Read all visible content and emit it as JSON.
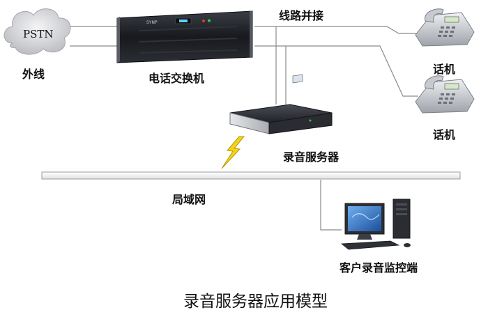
{
  "labels": {
    "pstn": "PSTN",
    "outside_line": "外线",
    "pbx": "电话交换机",
    "parallel_line": "线路并接",
    "phone_1": "话机",
    "phone_2": "话机",
    "recording_server": "录音服务器",
    "lan": "局域网",
    "client": "客户录音监控端",
    "pbx_brand": "SYNP"
  },
  "title": "录音服务器应用模型",
  "colors": {
    "line": "#8a8a8a",
    "lan_bar_fill": "#f2f3f5",
    "lan_bar_stroke": "#9a9ca2",
    "lightning": "#f2d21b",
    "pbx_body": "#1d1f24",
    "cloud": "#d2d3d6",
    "monitor_screen": "#2a6fc4"
  },
  "icons": {
    "pstn": "cloud-icon",
    "pbx": "rack-server-icon",
    "phone": "desk-phone-icon",
    "recorder": "rack-recorder-icon",
    "wireless": "lightning-icon",
    "client": "desktop-computer-icon"
  }
}
